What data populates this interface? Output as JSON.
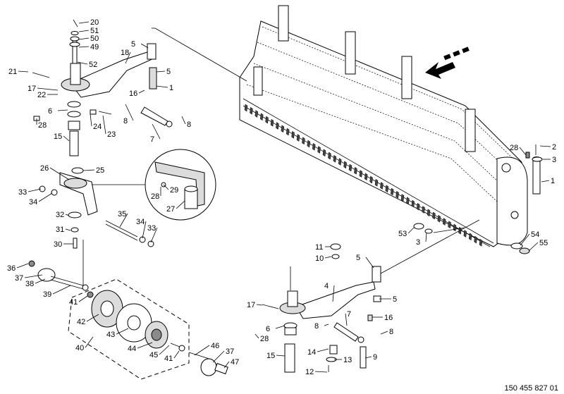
{
  "document_number": "150 455 827 01",
  "labels": [
    {
      "id": "l20a",
      "text": "20"
    },
    {
      "id": "l51",
      "text": "51"
    },
    {
      "id": "l50",
      "text": "50"
    },
    {
      "id": "l49",
      "text": "49"
    },
    {
      "id": "l52",
      "text": "52"
    },
    {
      "id": "l18",
      "text": "18"
    },
    {
      "id": "l5a",
      "text": "5"
    },
    {
      "id": "l5b",
      "text": "5"
    },
    {
      "id": "l21",
      "text": "21"
    },
    {
      "id": "l1a",
      "text": "1"
    },
    {
      "id": "l17a",
      "text": "17"
    },
    {
      "id": "l22",
      "text": "22"
    },
    {
      "id": "l16a",
      "text": "16"
    },
    {
      "id": "l6a",
      "text": "6"
    },
    {
      "id": "l8a",
      "text": "8"
    },
    {
      "id": "l8b",
      "text": "8"
    },
    {
      "id": "l28a",
      "text": "28"
    },
    {
      "id": "l24",
      "text": "24"
    },
    {
      "id": "l23",
      "text": "23"
    },
    {
      "id": "l7a",
      "text": "7"
    },
    {
      "id": "l15a",
      "text": "15"
    },
    {
      "id": "l26",
      "text": "26"
    },
    {
      "id": "l25",
      "text": "25"
    },
    {
      "id": "l33a",
      "text": "33"
    },
    {
      "id": "l34a",
      "text": "34"
    },
    {
      "id": "l29",
      "text": "29"
    },
    {
      "id": "l28b",
      "text": "28"
    },
    {
      "id": "l27",
      "text": "27"
    },
    {
      "id": "l32",
      "text": "32"
    },
    {
      "id": "l35",
      "text": "35"
    },
    {
      "id": "l31",
      "text": "31"
    },
    {
      "id": "l34b",
      "text": "34"
    },
    {
      "id": "l33b",
      "text": "33"
    },
    {
      "id": "l30",
      "text": "30"
    },
    {
      "id": "l36",
      "text": "36"
    },
    {
      "id": "l37a",
      "text": "37"
    },
    {
      "id": "l38",
      "text": "38"
    },
    {
      "id": "l39",
      "text": "39"
    },
    {
      "id": "l41a",
      "text": "41"
    },
    {
      "id": "l42",
      "text": "42"
    },
    {
      "id": "l43",
      "text": "43"
    },
    {
      "id": "l44",
      "text": "44"
    },
    {
      "id": "l45",
      "text": "45"
    },
    {
      "id": "l41b",
      "text": "41"
    },
    {
      "id": "l40",
      "text": "40"
    },
    {
      "id": "l46",
      "text": "46"
    },
    {
      "id": "l37b",
      "text": "37"
    },
    {
      "id": "l47",
      "text": "47"
    },
    {
      "id": "l28c",
      "text": "28"
    },
    {
      "id": "l2",
      "text": "2"
    },
    {
      "id": "l3a",
      "text": "3"
    },
    {
      "id": "l1b",
      "text": "1"
    },
    {
      "id": "l53",
      "text": "53"
    },
    {
      "id": "l3b",
      "text": "3"
    },
    {
      "id": "l54",
      "text": "54"
    },
    {
      "id": "l55",
      "text": "55"
    },
    {
      "id": "l11",
      "text": "11"
    },
    {
      "id": "l10",
      "text": "10"
    },
    {
      "id": "l5c",
      "text": "5"
    },
    {
      "id": "l4",
      "text": "4"
    },
    {
      "id": "l5d",
      "text": "5"
    },
    {
      "id": "l17b",
      "text": "17"
    },
    {
      "id": "l16b",
      "text": "16"
    },
    {
      "id": "l7b",
      "text": "7"
    },
    {
      "id": "l6b",
      "text": "6"
    },
    {
      "id": "l8c",
      "text": "8"
    },
    {
      "id": "l8d",
      "text": "8"
    },
    {
      "id": "l28d",
      "text": "28"
    },
    {
      "id": "l14",
      "text": "14"
    },
    {
      "id": "l9",
      "text": "9"
    },
    {
      "id": "l15b",
      "text": "15"
    },
    {
      "id": "l13",
      "text": "13"
    },
    {
      "id": "l12",
      "text": "12"
    }
  ]
}
